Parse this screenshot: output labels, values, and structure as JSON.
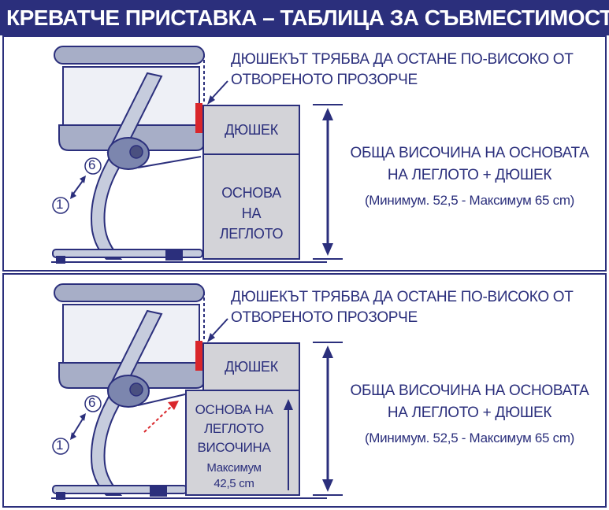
{
  "header": {
    "title": "КРЕВАТЧЕ ПРИСТАВКА – ТАБЛИЦА ЗА СЪВМЕСТИМОСТ"
  },
  "colors": {
    "navy": "#2b2f7c",
    "box_fill": "#d3d3d8",
    "red_indicator": "#d9262b",
    "crib_fill": "#a7aec7"
  },
  "panels": [
    {
      "note_line1": "ДЮШЕКЪТ ТРЯБВА ДА ОСТАНЕ ПО-ВИСОКО ОТ",
      "note_line2": "ОТВОРЕНОТО ПРОЗОРЧЕ",
      "mattress_label": "ДЮШЕК",
      "base_label_line1": "ОСНОВА",
      "base_label_line2": "НА",
      "base_label_line3": "ЛЕГЛОТО",
      "total_line1": "ОБЩА ВИСОЧИНА НА ОСНОВАТА",
      "total_line2": "НА ЛЕГЛОТО + ДЮШЕК",
      "total_range": "(Минимум. 52,5 - Максимум 65 cm)",
      "marker_top": "6",
      "marker_bottom": "1"
    },
    {
      "note_line1": "ДЮШЕКЪТ ТРЯБВА ДА ОСТАНЕ ПО-ВИСОКО ОТ",
      "note_line2": "ОТВОРЕНОТО ПРОЗОРЧЕ",
      "mattress_label": "ДЮШЕК",
      "base_label_line1": "ОСНОВА НА",
      "base_label_line2": "ЛЕГЛОТО",
      "base_label_line3": "ВИСОЧИНА",
      "base_label_line4": "Максимум",
      "base_label_line5": "42,5 cm",
      "total_line1": "ОБЩА ВИСОЧИНА НА ОСНОВАТА",
      "total_line2": "НА ЛЕГЛОТО + ДЮШЕК",
      "total_range": "(Минимум. 52,5 - Максимум 65 cm)",
      "marker_top": "6",
      "marker_bottom": "1"
    }
  ]
}
